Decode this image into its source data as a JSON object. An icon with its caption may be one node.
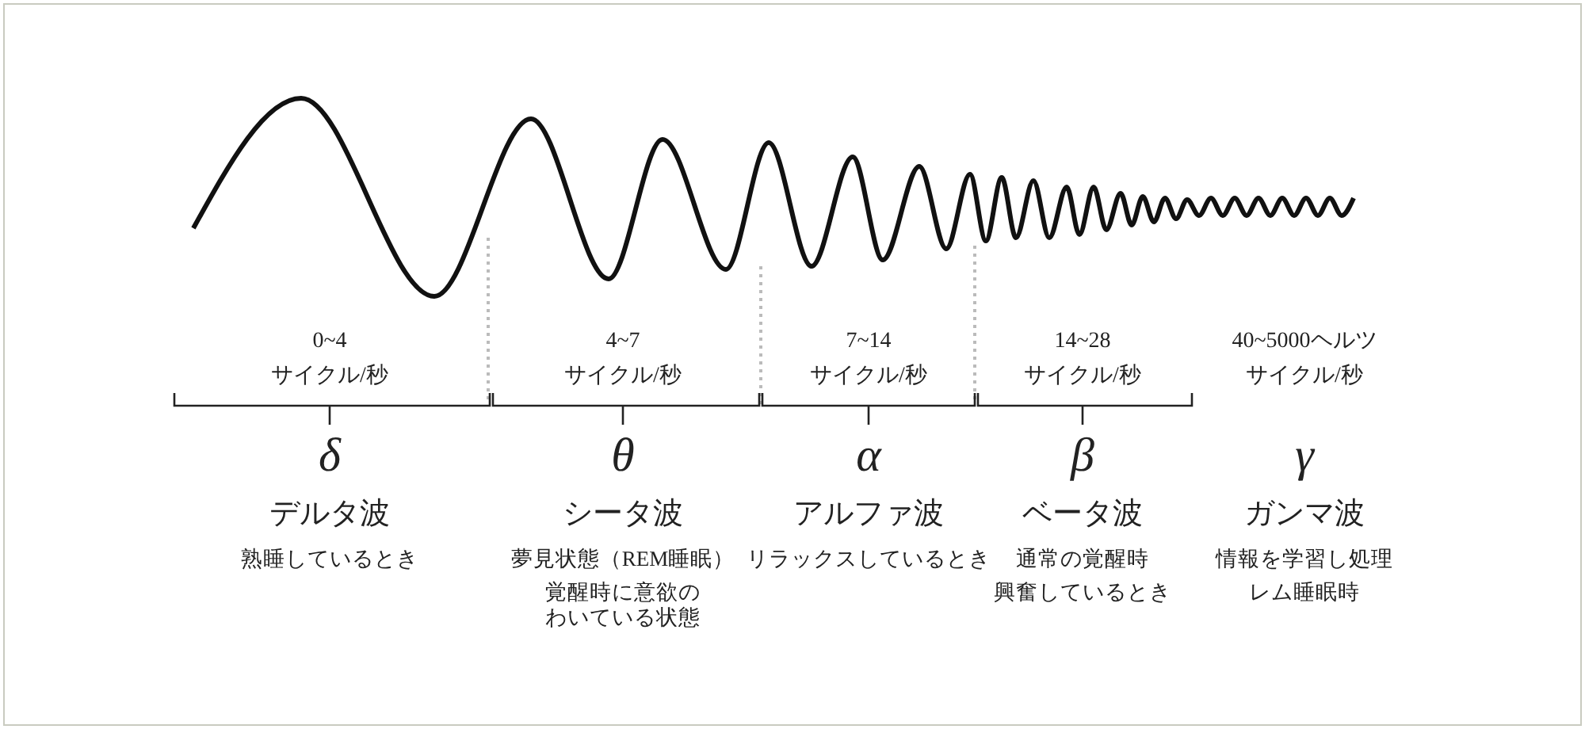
{
  "diagram": {
    "labels": [
      "0~4",
      "サイクル/秒",
      "δ",
      "デルタ波",
      "熟睡しているとき",
      "4~7",
      "サイクル/秒",
      "θ",
      "シータ波",
      "夢見状態（REM睡眠）",
      "覚醒時に意欲のわいている状態",
      "7~14",
      "サイクル/秒",
      "α",
      "アルファ波",
      "リラックスしているとき",
      "14~28",
      "サイクル/秒",
      "β",
      "ベータ波",
      "通常の覚醒時",
      "興奮しているとき",
      "40~5000ヘルツ",
      "サイクル/秒",
      "γ",
      "ガンマ波",
      "情報を学習し処理",
      "レム睡眠時"
    ]
  }
}
